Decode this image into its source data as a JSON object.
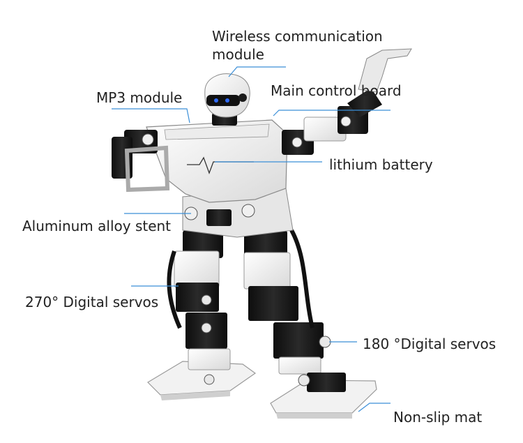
{
  "labels": {
    "wireless_line1": "Wireless communication",
    "wireless_line2": "module",
    "mp3": "MP3 module",
    "main_board": "Main control board",
    "battery": "lithium battery",
    "stent": "Aluminum alloy stent",
    "servo270": "270° Digital servos",
    "servo180": "180 °Digital servos",
    "mat": "Non-slip mat"
  },
  "colors": {
    "leader": "#3b8fd8",
    "body_white": "#f4f4f4",
    "servo_black": "#1c1c1c",
    "eye_blue": "#2f6bff"
  }
}
